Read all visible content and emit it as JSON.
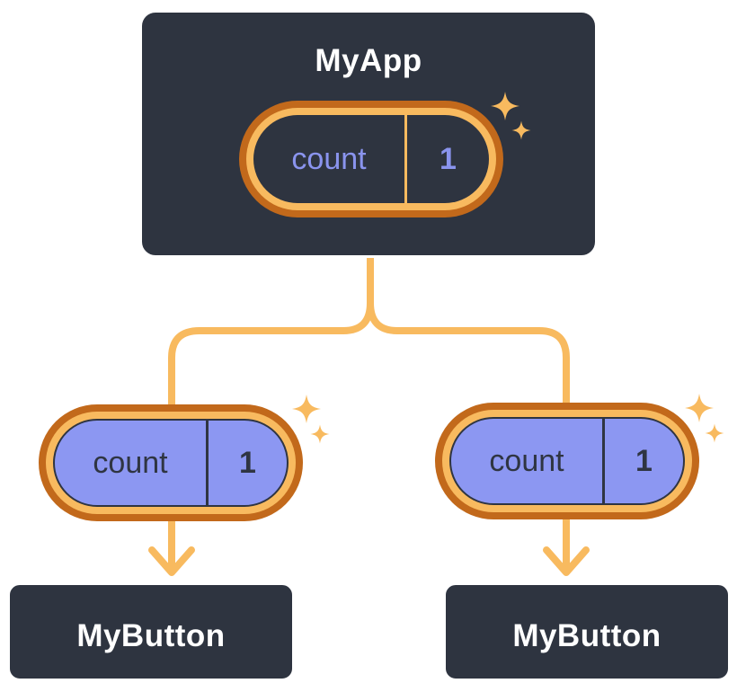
{
  "diagram": {
    "root": {
      "title": "MyApp",
      "state": {
        "name": "count",
        "value": "1"
      }
    },
    "children": [
      {
        "title": "MyButton",
        "state": {
          "name": "count",
          "value": "1"
        }
      },
      {
        "title": "MyButton",
        "state": {
          "name": "count",
          "value": "1"
        }
      }
    ]
  },
  "icons": {
    "sparkle": "four-point-star"
  },
  "colors": {
    "background": "#ffffff",
    "node_fill": "#2e3440",
    "node_border": "#ffffff",
    "node_text": "#ffffff",
    "ring_outer": "#c2691b",
    "ring_inner": "#f8ba5f",
    "dark_pill_fill": "#2e3440",
    "dark_pill_text": "#8a94ee",
    "purple_fill": "#8c97f2",
    "purple_text": "#2f3542",
    "wire": "#f8ba5f",
    "sparkle": "#f8ba5f"
  }
}
